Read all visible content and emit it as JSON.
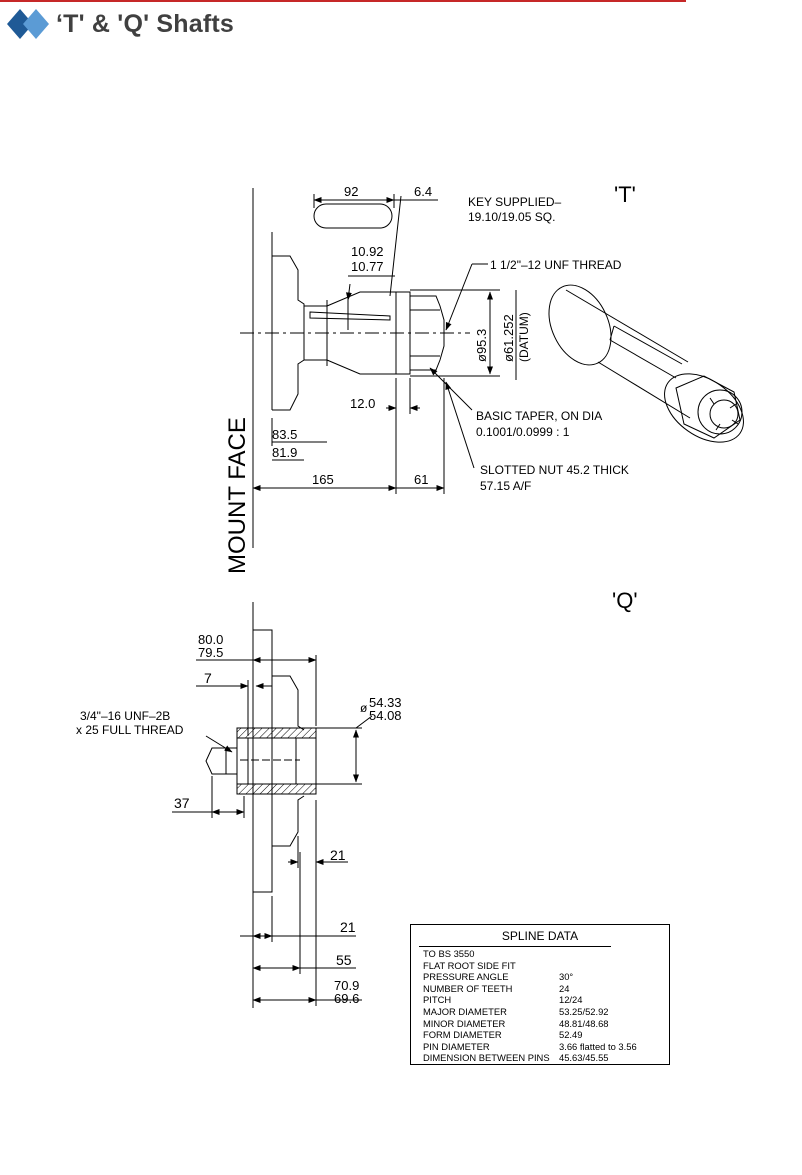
{
  "header": {
    "title": "‘T' & 'Q' Shafts"
  },
  "colors": {
    "accent": "#c62828",
    "logo_dark": "#1f5a96",
    "logo_light": "#5b9bd5",
    "title": "#404040"
  },
  "t_view": {
    "label": "'T'",
    "mount_face": "MOUNT FACE",
    "dims": {
      "d92": "92",
      "d6_4": "6.4",
      "d10_92": "10.92",
      "d10_77": "10.77",
      "d12_0": "12.0",
      "d83_5": "83.5",
      "d81_9": "81.9",
      "d165": "165",
      "d61": "61",
      "d95_3": "ø95.3",
      "d61_252": "ø61.252",
      "datum": "(DATUM)"
    },
    "notes": {
      "key_1": "KEY SUPPLIED–",
      "key_2": "19.10/19.05 SQ.",
      "thread": "1 1/2\"–12 UNF THREAD",
      "taper_1": "BASIC TAPER, ON DIA",
      "taper_2": "0.1001/0.0999 : 1",
      "nut_1": "SLOTTED NUT 45.2 THICK",
      "nut_2": "57.15 A/F"
    }
  },
  "q_view": {
    "label": "'Q'",
    "dims": {
      "d80_0": "80.0",
      "d79_5": "79.5",
      "d7": "7",
      "d37": "37",
      "d21a": "21",
      "d21b": "21",
      "d55": "55",
      "d70_9": "70.9",
      "d69_6": "69.6",
      "dia_sym": "ø",
      "d54_33": "54.33",
      "d54_08": "54.08"
    },
    "notes": {
      "thread_1": "3/4\"–16 UNF–2B",
      "thread_2": "x 25 FULL THREAD"
    }
  },
  "spline_data": {
    "title": "SPLINE DATA",
    "rows": [
      {
        "k": "TO BS 3550",
        "v": ""
      },
      {
        "k": "FLAT ROOT SIDE FIT",
        "v": ""
      },
      {
        "k": "PRESSURE ANGLE",
        "v": "30°"
      },
      {
        "k": "NUMBER OF TEETH",
        "v": "24"
      },
      {
        "k": "PITCH",
        "v": "12/24"
      },
      {
        "k": "MAJOR DIAMETER",
        "v": "53.25/52.92"
      },
      {
        "k": "MINOR DIAMETER",
        "v": "48.81/48.68"
      },
      {
        "k": "FORM DIAMETER",
        "v": "52.49"
      },
      {
        "k": "PIN DIAMETER",
        "v": "3.66 flatted to 3.56"
      },
      {
        "k": "DIMENSION BETWEEN PINS",
        "v": "45.63/45.55"
      }
    ]
  }
}
